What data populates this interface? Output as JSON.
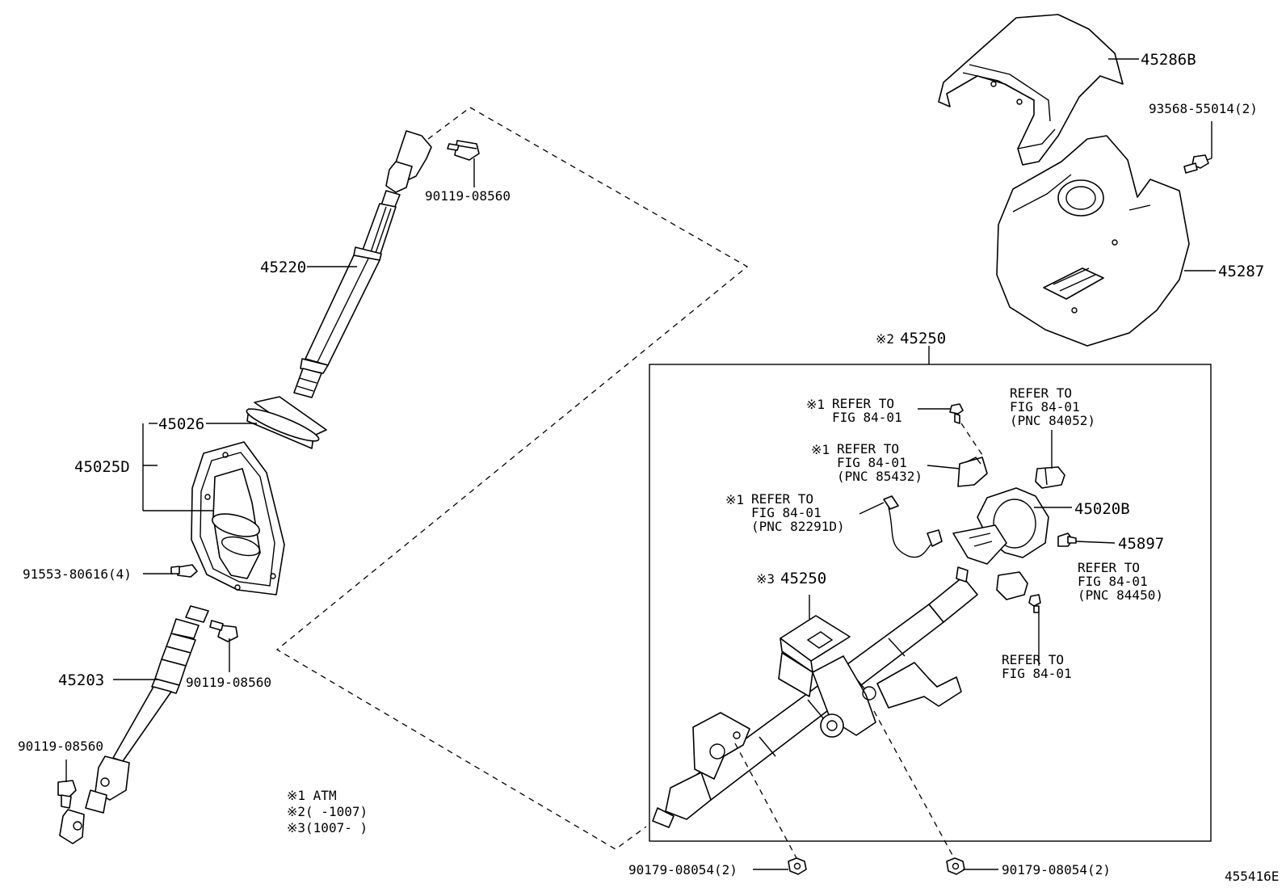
{
  "diagram_id": "455416E",
  "labels": {
    "p45286b": "45286B",
    "p93568": "93568-55014(2)",
    "p45287": "45287",
    "p45220": "45220",
    "p90119_top": "90119-08560",
    "p45026": "45026",
    "p45025d": "45025D",
    "p91553": "91553-80616(4)",
    "p90119_mid": "90119-08560",
    "p45203": "45203",
    "p90119_low": "90119-08560",
    "p45250_top": "45250",
    "p45250_inner": "45250",
    "p45020b": "45020B",
    "p45897": "45897",
    "p90179_left": "90179-08054(2)",
    "p90179_right": "90179-08054(2)"
  },
  "marks": {
    "m1": "※1",
    "m2": "※2",
    "m3": "※3"
  },
  "refs": {
    "r1": [
      "REFER TO",
      "FIG 84-01"
    ],
    "r2": [
      "REFER TO",
      "FIG 84-01",
      "(PNC 85432)"
    ],
    "r3": [
      "REFER TO",
      "FIG 84-01",
      "(PNC 82291D)"
    ],
    "r4": [
      "REFER TO",
      "FIG 84-01",
      "(PNC 84052)"
    ],
    "r5": [
      "REFER TO",
      "FIG 84-01",
      "(PNC 84450)"
    ],
    "r6": [
      "REFER TO",
      "FIG 84-01"
    ]
  },
  "legend": [
    "※1 ATM",
    "※2(     -1007)",
    "※3(1007-     )"
  ]
}
